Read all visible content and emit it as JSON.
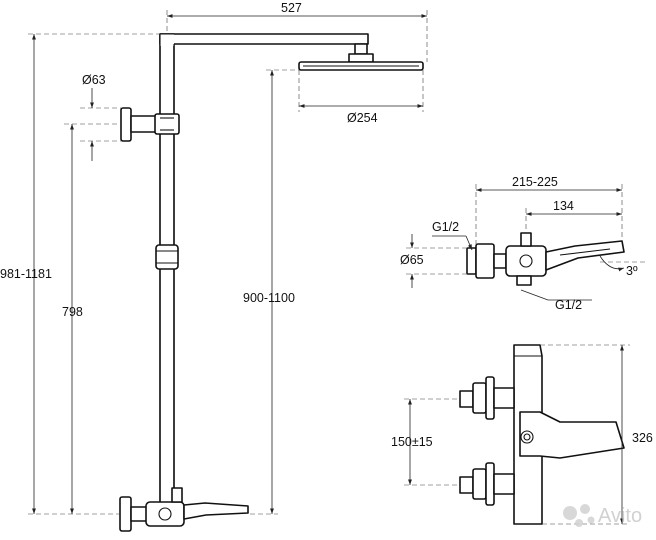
{
  "dimensions": {
    "arm_length": "527",
    "head_diameter": "Ø254",
    "wall_flange_diameter": "Ø63",
    "total_height": "981-1181",
    "mixer_to_flange": "798",
    "floor_to_head": "900-1100",
    "spout_length_total": "215-225",
    "spout_length": "134",
    "thread_top": "G1/2",
    "thread_bottom": "G1/2",
    "mixer_diameter": "Ø65",
    "spout_angle": "3º",
    "inlet_spacing": "150±15",
    "body_height": "326"
  },
  "watermark": {
    "text": "Avito",
    "icon": "avito-logo-icon"
  }
}
